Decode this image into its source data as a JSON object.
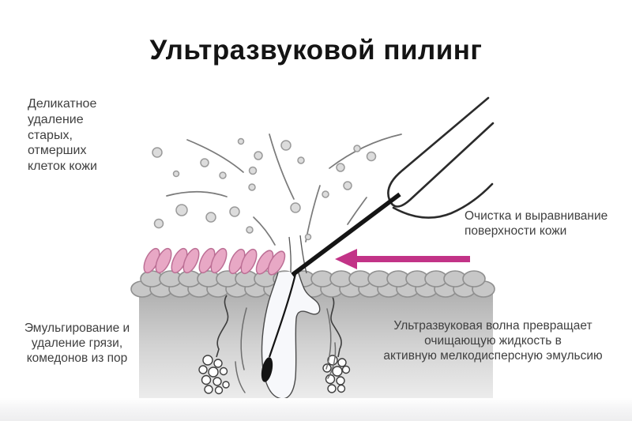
{
  "title": "Ультразвуковой пилинг",
  "labels": {
    "top_left": "Деликатное\nудаление\nстарых,\nотмерших\nклеток кожи",
    "right": "Очистка и выравнивание\nповерхности кожи",
    "bottom_left": "Эмульгирование и\nудаление грязи,\nкомедонов из пор",
    "bottom_right": "Ультразвуковая волна превращает\nочищающую жидкость в\nактивную мелкодисперсную эмульсию"
  },
  "colors": {
    "arrow": "#c23387",
    "dead_cells_fill": "#e8a8c5",
    "dead_cells_stroke": "#bc6f95",
    "skin_cells_fill": "#c7c7c7",
    "skin_cells_stroke": "#8f8f8f",
    "droplet_fill": "#dcdcdc",
    "droplet_stroke": "#9a9a9a",
    "title_text": "#141414",
    "label_text": "#3f3f3f"
  }
}
